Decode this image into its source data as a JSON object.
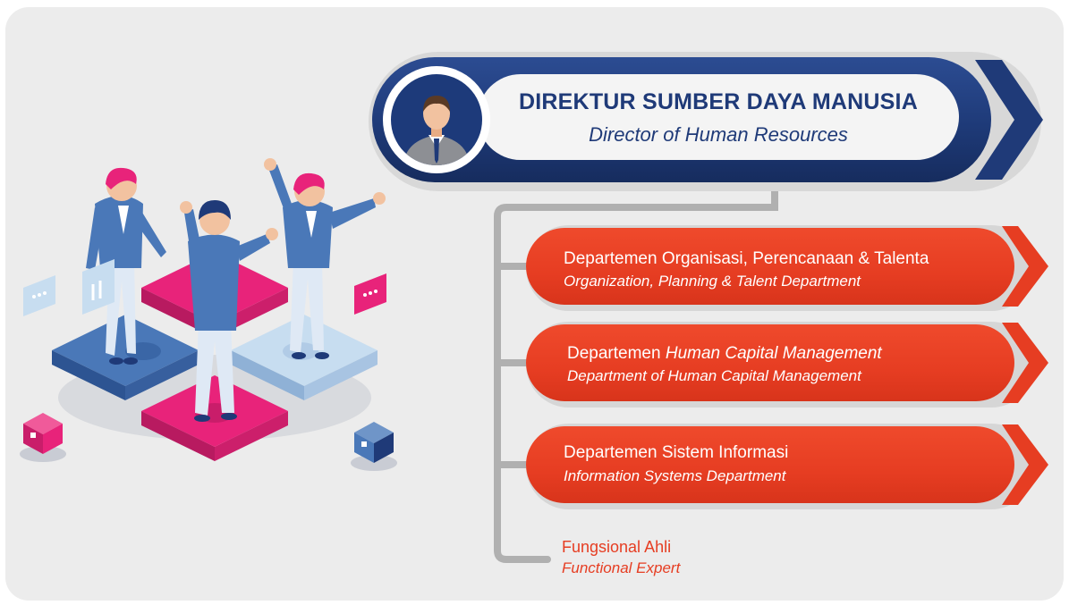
{
  "director": {
    "title_id": "DIREKTUR SUMBER DAYA MANUSIA",
    "title_en": "Director of Human Resources",
    "icon": "businessman-avatar-icon"
  },
  "departments": [
    {
      "name_id_prefix": "Departemen Organisasi, Perencanaan & Talenta",
      "name_id_italic": "",
      "name_en": "Organization, Planning & Talent Department"
    },
    {
      "name_id_prefix": "Departemen ",
      "name_id_italic": "Human Capital Management",
      "name_en": "Department of Human Capital Management"
    },
    {
      "name_id_prefix": "Departemen Sistem Informasi",
      "name_id_italic": "",
      "name_en": "Information Systems Department"
    }
  ],
  "functional": {
    "name_id": "Fungsional Ahli",
    "name_en": "Functional Expert"
  },
  "colors": {
    "navy": "#1f3a78",
    "red": "#e63d22",
    "magenta": "#e8237a",
    "blue": "#4a78b8",
    "light_blue": "#c7ddf0",
    "background": "#ececec"
  }
}
